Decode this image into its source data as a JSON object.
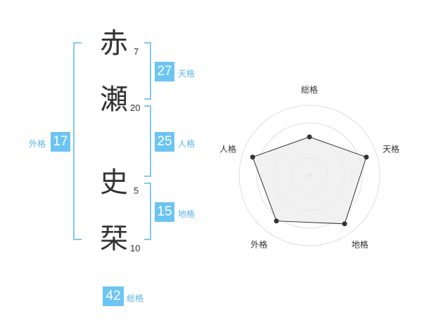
{
  "name": {
    "chars": [
      {
        "char": "赤",
        "strokes": "7"
      },
      {
        "char": "瀬",
        "strokes": "20"
      },
      {
        "char": "史",
        "strokes": "5"
      },
      {
        "char": "栞",
        "strokes": "10"
      }
    ]
  },
  "kaku": {
    "ten": {
      "value": "27",
      "label": "天格"
    },
    "jin": {
      "value": "25",
      "label": "人格"
    },
    "chi": {
      "value": "15",
      "label": "地格"
    },
    "gai": {
      "value": "17",
      "label": "外格"
    },
    "sou": {
      "value": "42",
      "label": "総格"
    }
  },
  "chart_data": {
    "type": "radar",
    "axes": [
      "総格",
      "天格",
      "地格",
      "外格",
      "人格"
    ],
    "values": [
      0.55,
      0.85,
      0.85,
      0.8,
      0.85
    ],
    "rings": 4,
    "colors": {
      "fill": "#eeeeee",
      "line": "#333333",
      "grid": "#dddddd"
    }
  }
}
